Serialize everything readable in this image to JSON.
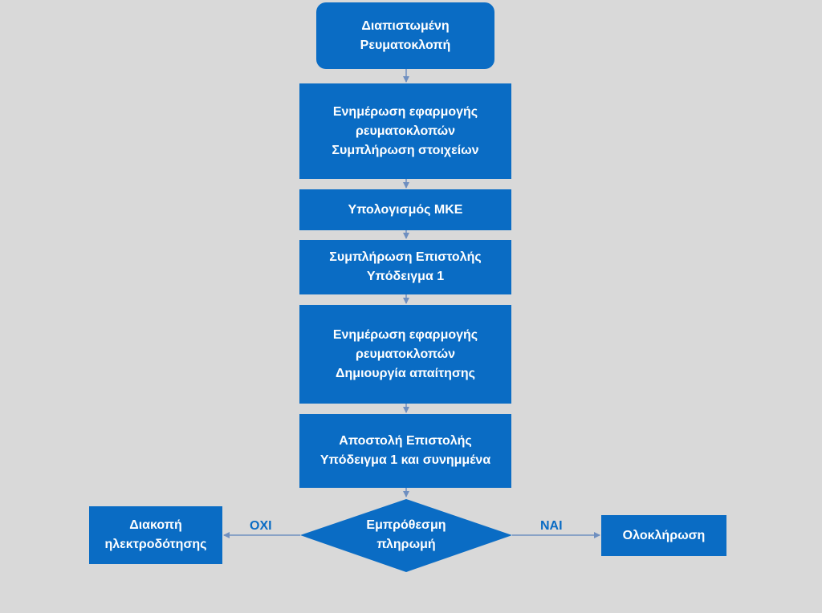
{
  "diagram": {
    "start": {
      "line1": "Διαπιστωμένη",
      "line2": "Ρευματοκλοπή"
    },
    "step1": {
      "line1": "Ενημέρωση εφαρμογής",
      "line2": "ρευματοκλοπών",
      "line3": "Συμπλήρωση στοιχείων"
    },
    "step2": {
      "line1": "Υπολογισμός ΜΚΕ"
    },
    "step3": {
      "line1": "Συμπλήρωση Επιστολής",
      "line2": "Υπόδειγμα 1"
    },
    "step4": {
      "line1": "Ενημέρωση εφαρμογής",
      "line2": "ρευματοκλοπών",
      "line3": "Δημιουργία απαίτησης"
    },
    "step5": {
      "line1": "Αποστολή Επιστολής",
      "line2": "Υπόδειγμα 1 και συνημμένα"
    },
    "decision": {
      "line1": "Εμπρόθεσμη",
      "line2": "πληρωμή"
    },
    "no_label": "ΟΧΙ",
    "yes_label": "ΝΑΙ",
    "no_outcome": {
      "line1": "Διακοπή",
      "line2": "ηλεκτροδότησης"
    },
    "yes_outcome": {
      "line1": "Ολοκλήρωση"
    }
  },
  "colors": {
    "background": "#d9d9d9",
    "box_fill": "#0a6cc4",
    "connector": "#6f8fc0",
    "label": "#0a6cc4",
    "text": "#ffffff"
  }
}
